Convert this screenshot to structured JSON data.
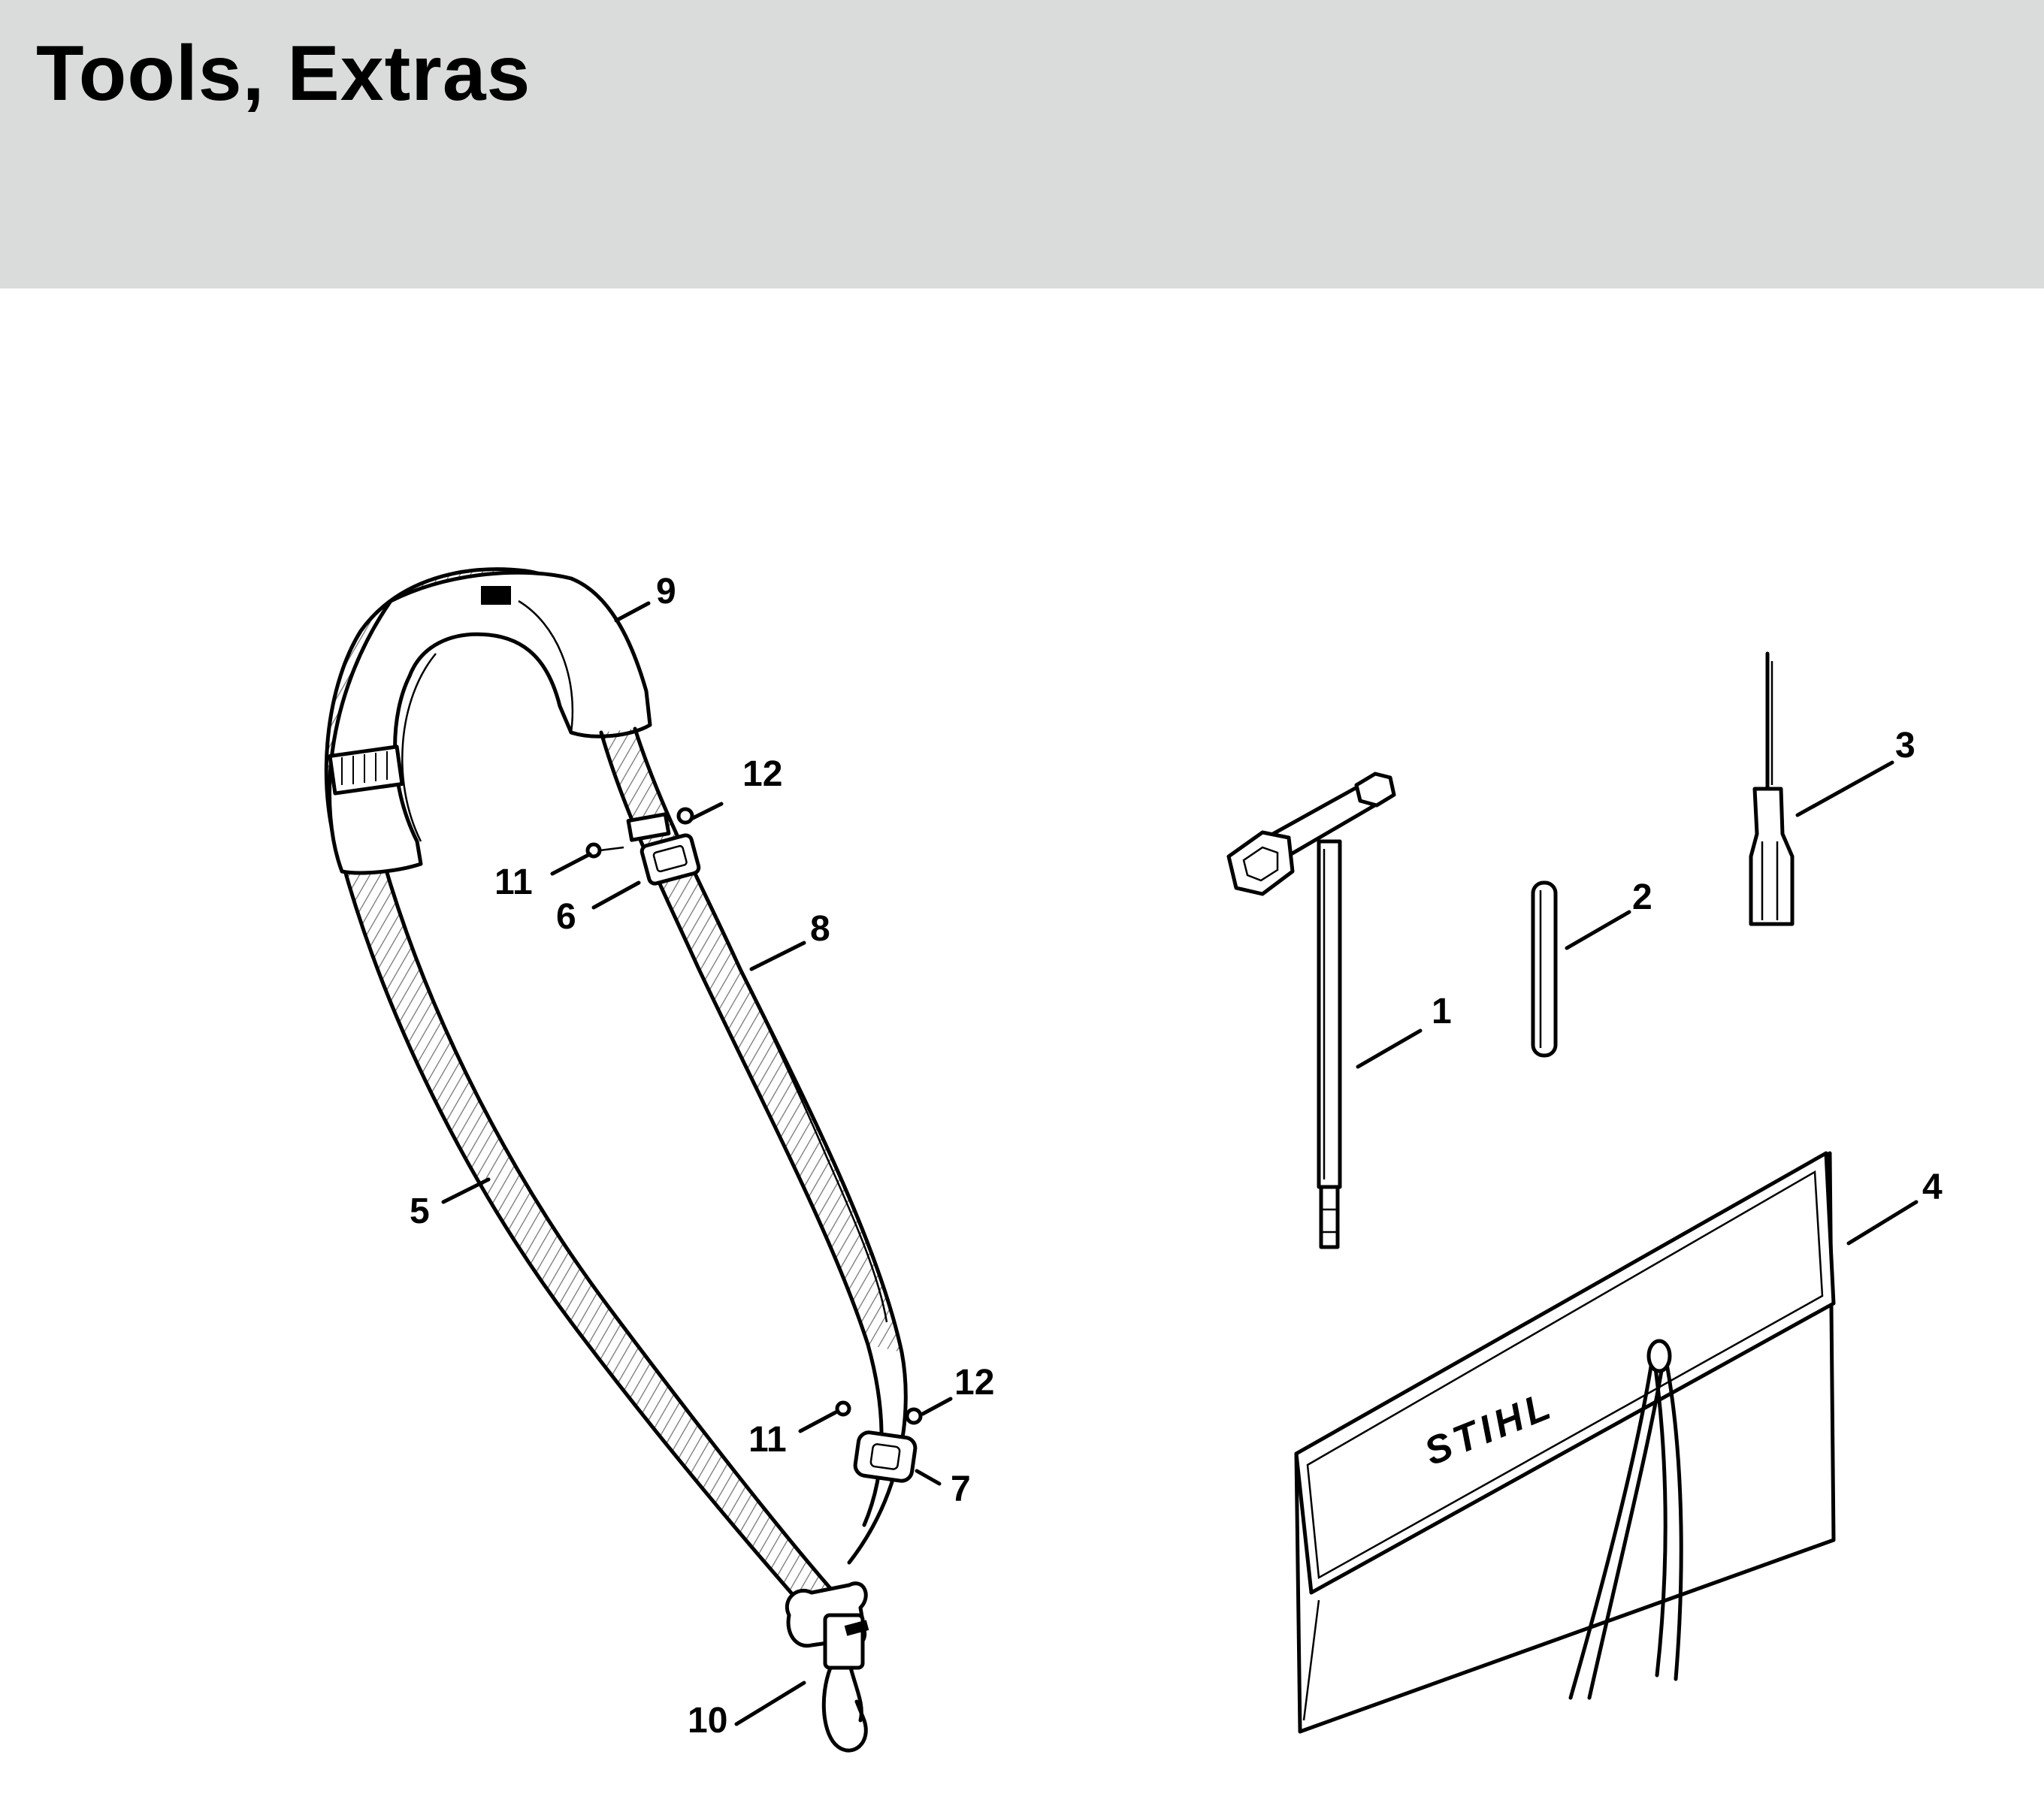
{
  "title": "Tools, Extras",
  "brand_marking": "STIHL",
  "callouts": [
    {
      "id": "c1",
      "label": "1"
    },
    {
      "id": "c2",
      "label": "2"
    },
    {
      "id": "c3",
      "label": "3"
    },
    {
      "id": "c4",
      "label": "4"
    },
    {
      "id": "c5",
      "label": "5"
    },
    {
      "id": "c6",
      "label": "6"
    },
    {
      "id": "c7",
      "label": "7"
    },
    {
      "id": "c8",
      "label": "8"
    },
    {
      "id": "c9",
      "label": "9"
    },
    {
      "id": "c10",
      "label": "10"
    },
    {
      "id": "c11a",
      "label": "11"
    },
    {
      "id": "c11b",
      "label": "11"
    },
    {
      "id": "c12a",
      "label": "12"
    },
    {
      "id": "c12b",
      "label": "12"
    }
  ],
  "colors": {
    "header_background": "#dadcdb",
    "ink": "#000000",
    "paper": "#ffffff"
  }
}
